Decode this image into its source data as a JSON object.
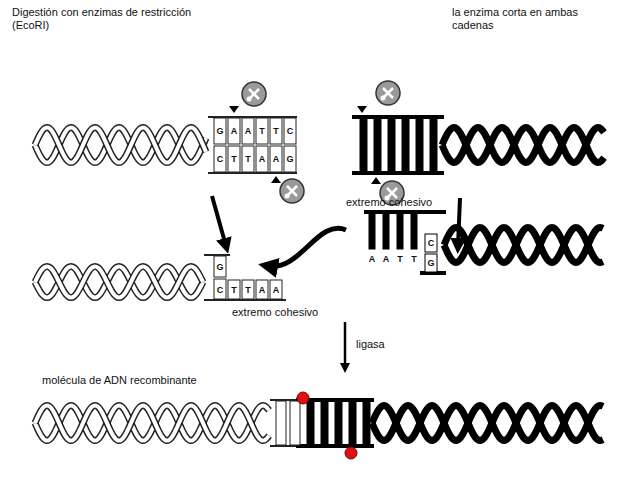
{
  "diagram": {
    "labels": [
      "Digestión con enzimas de restricción (EcoRI)",
      "la enzima corta en ambas cadenas",
      "G",
      "A",
      "A",
      "T",
      "T",
      "C",
      "C",
      "T",
      "T",
      "A",
      "A",
      "G",
      "extremo cohesivo",
      "A",
      "A",
      "T",
      "T",
      "C",
      "G",
      "G",
      "C",
      "T",
      "T",
      "A",
      "A",
      "extremo cohesivo",
      "ligasa",
      "molécula de ADN recombinante"
    ]
  }
}
